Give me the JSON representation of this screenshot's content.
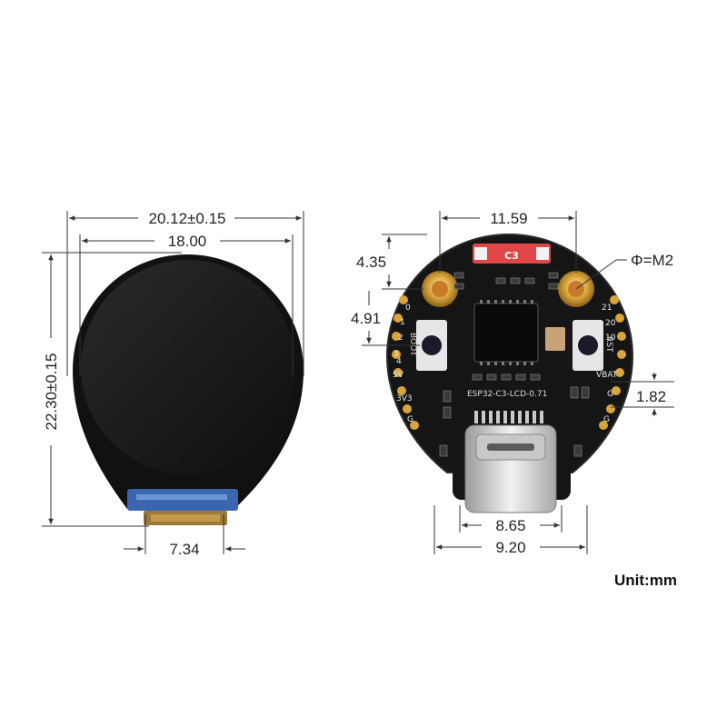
{
  "colors": {
    "line": "#333333",
    "pcb": "#151515",
    "screen": "#1a1a1a",
    "gold": "#d9a53a",
    "accent_red": "#e04848",
    "flex": "#3a66b0"
  },
  "front_view": {
    "width_overall": "20.12±0.15",
    "width_screen": "18.00",
    "height_overall": "22.30±0.15",
    "connector_width": "7.34"
  },
  "back_view": {
    "hole_spacing": "11.59",
    "hole_diameter": "Φ=M2",
    "hole_offset_top": "4.35",
    "hole_to_button": "4.91",
    "pin_offset": "1.82",
    "usb_inner_width": "8.65",
    "usb_outer_width": "9.20",
    "board_label": "ESP32-C3-LCD-0.71",
    "button_boot": "BOOT",
    "button_rst": "RST",
    "left_pins": [
      "0",
      "1",
      "2",
      "3",
      "4",
      "5V",
      "3V3",
      "G"
    ],
    "right_pins": [
      "21",
      "20",
      "10",
      "VBAT",
      "G",
      "G"
    ],
    "chip_marking": "C3"
  },
  "unit_label": "Unit:mm"
}
